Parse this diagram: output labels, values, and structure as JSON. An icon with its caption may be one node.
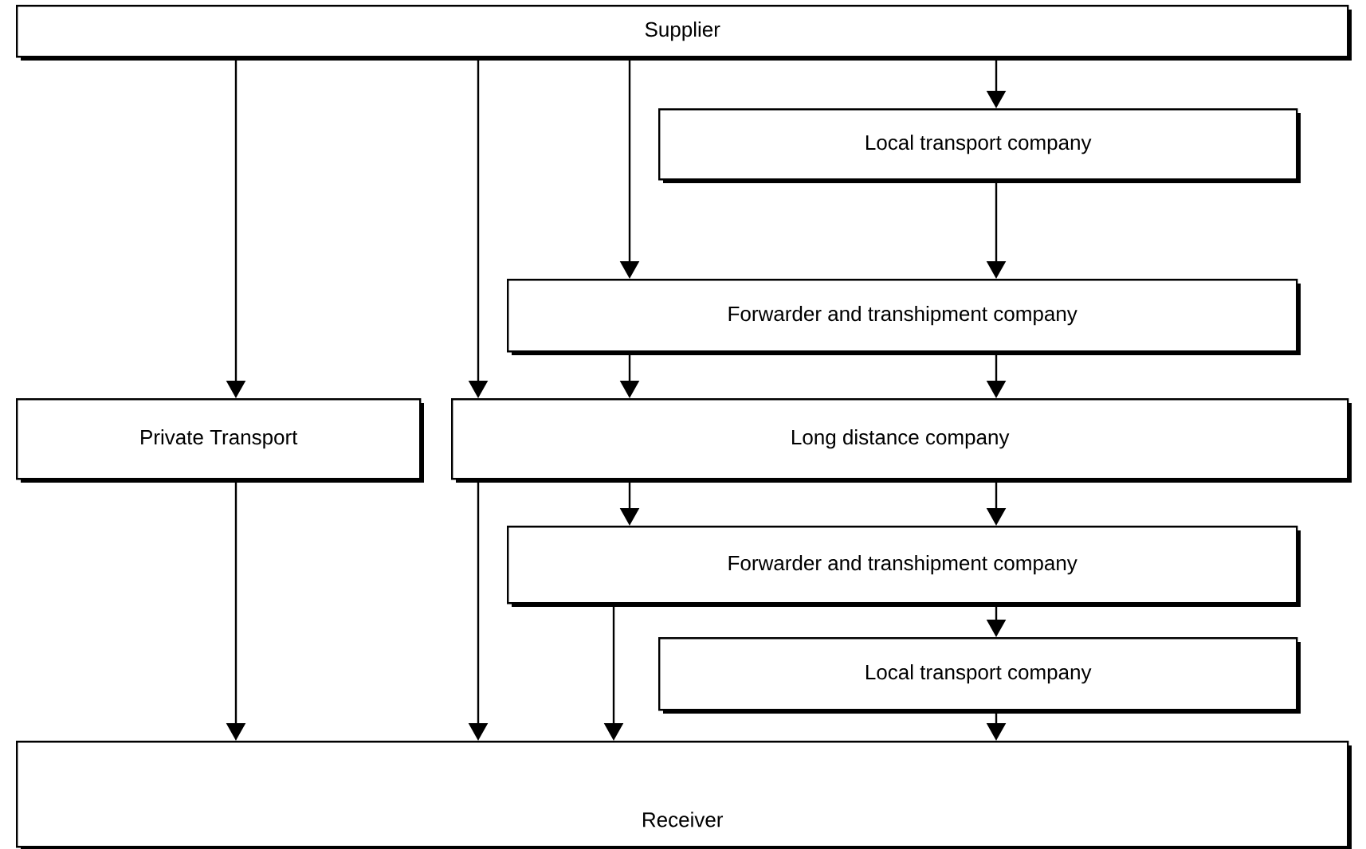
{
  "diagram": {
    "nodes": [
      {
        "text": [
          "Supplier"
        ]
      },
      {
        "text": [
          "Local transport company"
        ]
      },
      {
        "text": [
          "Forwarder and transhipment company"
        ]
      },
      {
        "text": [
          "Private Transport"
        ]
      },
      {
        "text": [
          "Long distance company"
        ]
      },
      {
        "text": [
          "Forwarder and transhipment company"
        ]
      },
      {
        "text": [
          "Local transport company"
        ]
      },
      {
        "text": [
          "Receiver"
        ]
      }
    ],
    "edges": [
      {
        "from": 0,
        "to": 3,
        "arrow": "to"
      },
      {
        "from": 0,
        "to": 4,
        "arrow": "to"
      },
      {
        "from": 0,
        "to": 2,
        "arrow": "to"
      },
      {
        "from": 0,
        "to": 1,
        "arrow": "to"
      },
      {
        "from": 1,
        "to": 2,
        "arrow": "to"
      },
      {
        "from": 2,
        "to": 4,
        "arrow": "to"
      },
      {
        "from": 2,
        "to": 4,
        "arrow": "to"
      },
      {
        "from": 4,
        "to": 5,
        "arrow": "to"
      },
      {
        "from": 4,
        "to": 5,
        "arrow": "to"
      },
      {
        "from": 5,
        "to": 6,
        "arrow": "to"
      },
      {
        "from": 3,
        "to": 7,
        "arrow": "to"
      },
      {
        "from": 4,
        "to": 7,
        "arrow": "to"
      },
      {
        "from": 5,
        "to": 7,
        "arrow": "to"
      },
      {
        "from": 6,
        "to": 7,
        "arrow": "to"
      }
    ]
  }
}
